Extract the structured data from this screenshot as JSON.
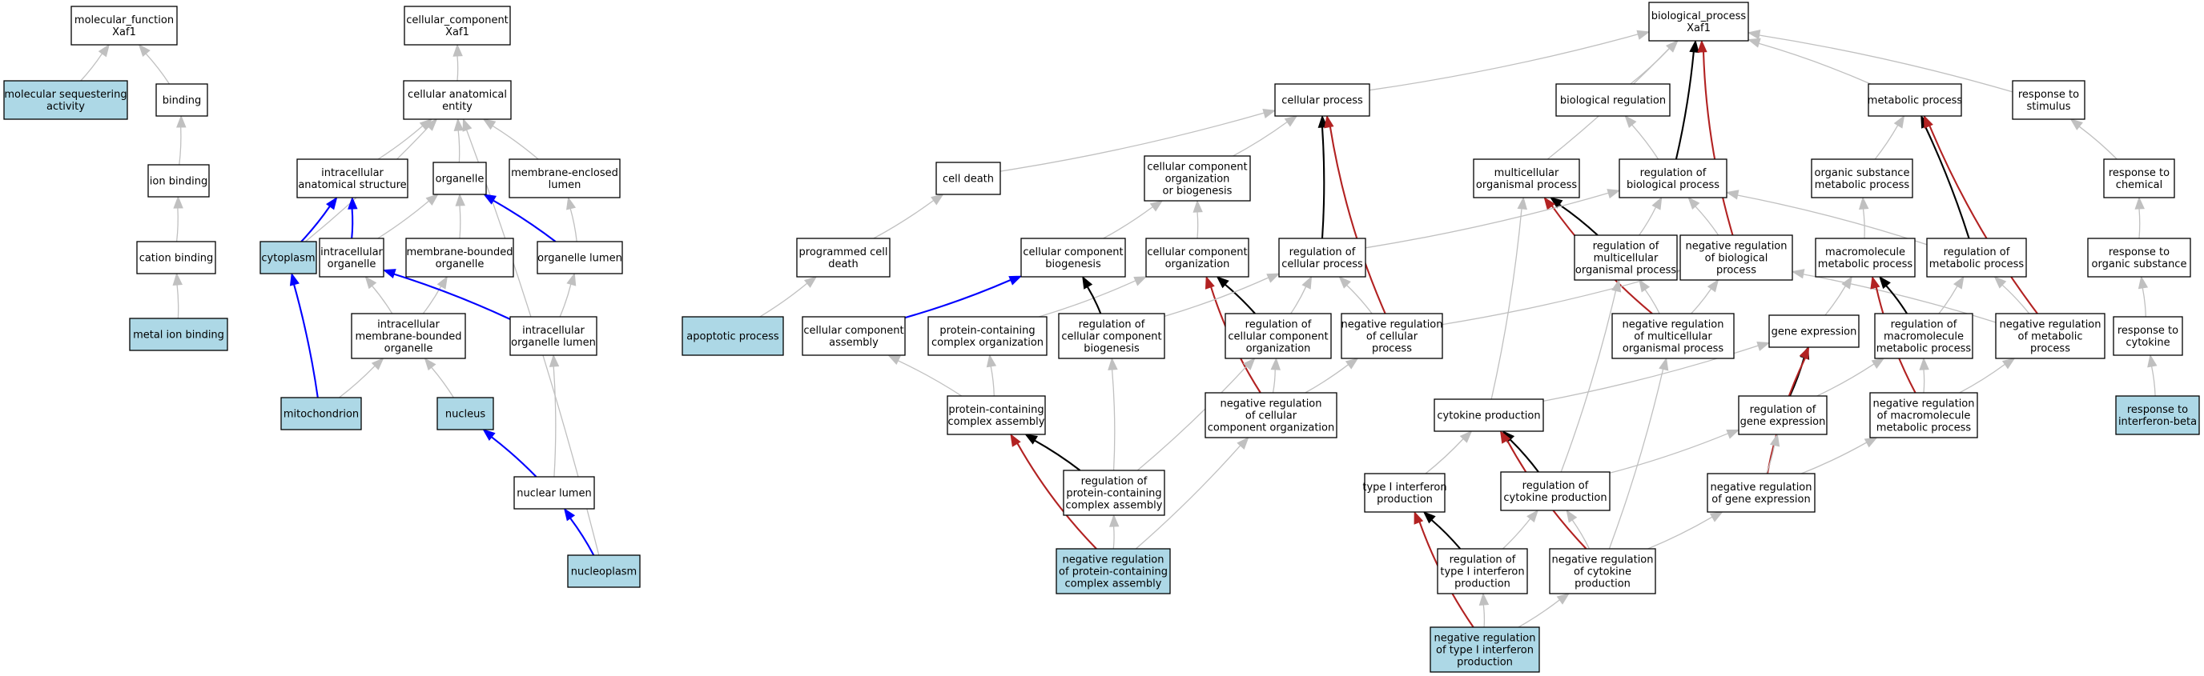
{
  "colors": {
    "node_fill": "#ffffff",
    "highlight_fill": "#add8e6",
    "is_a_edge": "#c0c0c0",
    "part_of_edge": "#0000ff",
    "regulates_edge": "#000000",
    "negatively_regulates_edge": "#b22222"
  },
  "nodes": [
    {
      "id": "mf_root",
      "label": [
        "molecular_function",
        "Xaf1"
      ]
    },
    {
      "id": "mol_seq",
      "label": [
        "molecular sequestering",
        "activity"
      ],
      "highlight": true
    },
    {
      "id": "binding",
      "label": [
        "binding"
      ]
    },
    {
      "id": "ion_binding",
      "label": [
        "ion binding"
      ]
    },
    {
      "id": "cation_binding",
      "label": [
        "cation binding"
      ]
    },
    {
      "id": "metal_ion",
      "label": [
        "metal ion binding"
      ],
      "highlight": true
    },
    {
      "id": "cc_root",
      "label": [
        "cellular_component",
        "Xaf1"
      ]
    },
    {
      "id": "cae",
      "label": [
        "cellular anatomical",
        "entity"
      ]
    },
    {
      "id": "ias",
      "label": [
        "intracellular",
        "anatomical structure"
      ]
    },
    {
      "id": "organelle",
      "label": [
        "organelle"
      ]
    },
    {
      "id": "mel",
      "label": [
        "membrane-enclosed",
        "lumen"
      ]
    },
    {
      "id": "cytoplasm",
      "label": [
        "cytoplasm"
      ],
      "highlight": true
    },
    {
      "id": "io",
      "label": [
        "intracellular",
        "organelle"
      ]
    },
    {
      "id": "mbo",
      "label": [
        "membrane-bounded",
        "organelle"
      ]
    },
    {
      "id": "ol",
      "label": [
        "organelle lumen"
      ]
    },
    {
      "id": "imbo",
      "label": [
        "intracellular",
        "membrane-bounded",
        "organelle"
      ]
    },
    {
      "id": "iol",
      "label": [
        "intracellular",
        "organelle lumen"
      ]
    },
    {
      "id": "mito",
      "label": [
        "mitochondrion"
      ],
      "highlight": true
    },
    {
      "id": "nucleus",
      "label": [
        "nucleus"
      ],
      "highlight": true
    },
    {
      "id": "nl",
      "label": [
        "nuclear lumen"
      ]
    },
    {
      "id": "nucleoplasm",
      "label": [
        "nucleoplasm"
      ],
      "highlight": true
    },
    {
      "id": "bp_root",
      "label": [
        "biological_process",
        "Xaf1"
      ]
    },
    {
      "id": "cp",
      "label": [
        "cellular process"
      ]
    },
    {
      "id": "br",
      "label": [
        "biological regulation"
      ]
    },
    {
      "id": "mp",
      "label": [
        "metabolic process"
      ]
    },
    {
      "id": "rts",
      "label": [
        "response to",
        "stimulus"
      ]
    },
    {
      "id": "cd",
      "label": [
        "cell death"
      ]
    },
    {
      "id": "ccob",
      "label": [
        "cellular component",
        "organization",
        "or biogenesis"
      ]
    },
    {
      "id": "mop",
      "label": [
        "multicellular",
        "organismal process"
      ]
    },
    {
      "id": "rbp",
      "label": [
        "regulation of",
        "biological process"
      ]
    },
    {
      "id": "osmp",
      "label": [
        "organic substance",
        "metabolic process"
      ]
    },
    {
      "id": "rtc",
      "label": [
        "response to",
        "chemical"
      ]
    },
    {
      "id": "pcd",
      "label": [
        "programmed cell",
        "death"
      ]
    },
    {
      "id": "ccb",
      "label": [
        "cellular component",
        "biogenesis"
      ]
    },
    {
      "id": "cco",
      "label": [
        "cellular component",
        "organization"
      ]
    },
    {
      "id": "rcp",
      "label": [
        "regulation of",
        "cellular process"
      ]
    },
    {
      "id": "rmop",
      "label": [
        "regulation of",
        "multicellular",
        "organismal process"
      ]
    },
    {
      "id": "nrbp",
      "label": [
        "negative regulation",
        "of biological",
        "process"
      ]
    },
    {
      "id": "mmp",
      "label": [
        "macromolecule",
        "metabolic process"
      ]
    },
    {
      "id": "rmp",
      "label": [
        "regulation of",
        "metabolic process"
      ]
    },
    {
      "id": "rtos",
      "label": [
        "response to",
        "organic substance"
      ]
    },
    {
      "id": "ap",
      "label": [
        "apoptotic process"
      ],
      "highlight": true
    },
    {
      "id": "cca",
      "label": [
        "cellular component",
        "assembly"
      ]
    },
    {
      "id": "pcco",
      "label": [
        "protein-containing",
        "complex organization"
      ]
    },
    {
      "id": "rccb",
      "label": [
        "regulation of",
        "cellular component",
        "biogenesis"
      ]
    },
    {
      "id": "rcco",
      "label": [
        "regulation of",
        "cellular component",
        "organization"
      ]
    },
    {
      "id": "nrcp",
      "label": [
        "negative regulation",
        "of cellular",
        "process"
      ]
    },
    {
      "id": "nrmop",
      "label": [
        "negative regulation",
        "of multicellular",
        "organismal process"
      ]
    },
    {
      "id": "ge",
      "label": [
        "gene expression"
      ]
    },
    {
      "id": "rmmp",
      "label": [
        "regulation of",
        "macromolecule",
        "metabolic process"
      ]
    },
    {
      "id": "nrmp",
      "label": [
        "negative regulation",
        "of metabolic",
        "process"
      ]
    },
    {
      "id": "rtcy",
      "label": [
        "response to",
        "cytokine"
      ]
    },
    {
      "id": "pcca",
      "label": [
        "protein-containing",
        "complex assembly"
      ]
    },
    {
      "id": "nrcco",
      "label": [
        "negative regulation",
        "of cellular",
        "component organization"
      ]
    },
    {
      "id": "cyp",
      "label": [
        "cytokine production"
      ]
    },
    {
      "id": "rge",
      "label": [
        "regulation of",
        "gene expression"
      ]
    },
    {
      "id": "nrmmp",
      "label": [
        "negative regulation",
        "of macromolecule",
        "metabolic process"
      ]
    },
    {
      "id": "rtib",
      "label": [
        "response to",
        "interferon-beta"
      ],
      "highlight": true
    },
    {
      "id": "rpcca",
      "label": [
        "regulation of",
        "protein-containing",
        "complex assembly"
      ]
    },
    {
      "id": "tip",
      "label": [
        "type I interferon",
        "production"
      ]
    },
    {
      "id": "rcyp",
      "label": [
        "regulation of",
        "cytokine production"
      ]
    },
    {
      "id": "nrge",
      "label": [
        "negative regulation",
        "of gene expression"
      ]
    },
    {
      "id": "nrpcca",
      "label": [
        "negative regulation",
        "of protein-containing",
        "complex assembly"
      ],
      "highlight": true
    },
    {
      "id": "rtip",
      "label": [
        "regulation of",
        "type I interferon",
        "production"
      ]
    },
    {
      "id": "nrcyp",
      "label": [
        "negative regulation",
        "of cytokine",
        "production"
      ]
    },
    {
      "id": "nrtip",
      "label": [
        "negative regulation",
        "of type I interferon",
        "production"
      ],
      "highlight": true
    }
  ],
  "edges": [
    {
      "from": "mol_seq",
      "to": "mf_root",
      "type": "is_a"
    },
    {
      "from": "binding",
      "to": "mf_root",
      "type": "is_a"
    },
    {
      "from": "ion_binding",
      "to": "binding",
      "type": "is_a"
    },
    {
      "from": "cation_binding",
      "to": "ion_binding",
      "type": "is_a"
    },
    {
      "from": "metal_ion",
      "to": "cation_binding",
      "type": "is_a"
    },
    {
      "from": "cae",
      "to": "cc_root",
      "type": "is_a"
    },
    {
      "from": "ias",
      "to": "cae",
      "type": "is_a"
    },
    {
      "from": "organelle",
      "to": "cae",
      "type": "is_a"
    },
    {
      "from": "mel",
      "to": "cae",
      "type": "is_a"
    },
    {
      "from": "cytoplasm",
      "to": "cae",
      "type": "is_a"
    },
    {
      "from": "nucleoplasm",
      "to": "cae",
      "type": "is_a"
    },
    {
      "from": "cytoplasm",
      "to": "ias",
      "type": "part_of"
    },
    {
      "from": "io",
      "to": "ias",
      "type": "part_of"
    },
    {
      "from": "io",
      "to": "organelle",
      "type": "is_a"
    },
    {
      "from": "mbo",
      "to": "organelle",
      "type": "is_a"
    },
    {
      "from": "ol",
      "to": "organelle",
      "type": "part_of"
    },
    {
      "from": "ol",
      "to": "mel",
      "type": "is_a"
    },
    {
      "from": "imbo",
      "to": "io",
      "type": "is_a"
    },
    {
      "from": "imbo",
      "to": "mbo",
      "type": "is_a"
    },
    {
      "from": "iol",
      "to": "ol",
      "type": "is_a"
    },
    {
      "from": "iol",
      "to": "io",
      "type": "part_of"
    },
    {
      "from": "mito",
      "to": "cytoplasm",
      "type": "part_of"
    },
    {
      "from": "mito",
      "to": "imbo",
      "type": "is_a"
    },
    {
      "from": "nucleus",
      "to": "imbo",
      "type": "is_a"
    },
    {
      "from": "nl",
      "to": "iol",
      "type": "is_a"
    },
    {
      "from": "nl",
      "to": "nucleus",
      "type": "part_of"
    },
    {
      "from": "nucleoplasm",
      "to": "nl",
      "type": "part_of"
    },
    {
      "from": "cp",
      "to": "bp_root",
      "type": "is_a"
    },
    {
      "from": "br",
      "to": "bp_root",
      "type": "is_a"
    },
    {
      "from": "mp",
      "to": "bp_root",
      "type": "is_a"
    },
    {
      "from": "rts",
      "to": "bp_root",
      "type": "is_a"
    },
    {
      "from": "mop",
      "to": "bp_root",
      "type": "is_a"
    },
    {
      "from": "rbp",
      "to": "bp_root",
      "type": "regulates"
    },
    {
      "from": "nrbp",
      "to": "bp_root",
      "type": "negatively_regulates"
    },
    {
      "from": "cd",
      "to": "cp",
      "type": "is_a"
    },
    {
      "from": "ccob",
      "to": "cp",
      "type": "is_a"
    },
    {
      "from": "rcp",
      "to": "cp",
      "type": "regulates"
    },
    {
      "from": "nrcp",
      "to": "cp",
      "type": "negatively_regulates"
    },
    {
      "from": "rbp",
      "to": "br",
      "type": "is_a"
    },
    {
      "from": "osmp",
      "to": "mp",
      "type": "is_a"
    },
    {
      "from": "rmp",
      "to": "mp",
      "type": "regulates"
    },
    {
      "from": "nrmp",
      "to": "mp",
      "type": "negatively_regulates"
    },
    {
      "from": "rtc",
      "to": "rts",
      "type": "is_a"
    },
    {
      "from": "pcd",
      "to": "cd",
      "type": "is_a"
    },
    {
      "from": "ccb",
      "to": "ccob",
      "type": "is_a"
    },
    {
      "from": "cco",
      "to": "ccob",
      "type": "is_a"
    },
    {
      "from": "rmop",
      "to": "mop",
      "type": "regulates"
    },
    {
      "from": "nrmop",
      "to": "mop",
      "type": "negatively_regulates"
    },
    {
      "from": "cyp",
      "to": "mop",
      "type": "is_a"
    },
    {
      "from": "rcp",
      "to": "rbp",
      "type": "is_a"
    },
    {
      "from": "rmop",
      "to": "rbp",
      "type": "is_a"
    },
    {
      "from": "nrbp",
      "to": "rbp",
      "type": "is_a"
    },
    {
      "from": "rmp",
      "to": "rbp",
      "type": "is_a"
    },
    {
      "from": "mmp",
      "to": "osmp",
      "type": "is_a"
    },
    {
      "from": "rtos",
      "to": "rtc",
      "type": "is_a"
    },
    {
      "from": "ap",
      "to": "pcd",
      "type": "is_a"
    },
    {
      "from": "cca",
      "to": "ccb",
      "type": "part_of"
    },
    {
      "from": "pcco",
      "to": "cco",
      "type": "is_a"
    },
    {
      "from": "rccb",
      "to": "ccb",
      "type": "regulates"
    },
    {
      "from": "rcco",
      "to": "cco",
      "type": "regulates"
    },
    {
      "from": "nrcco",
      "to": "cco",
      "type": "negatively_regulates"
    },
    {
      "from": "rccb",
      "to": "rcp",
      "type": "is_a"
    },
    {
      "from": "rcco",
      "to": "rcp",
      "type": "is_a"
    },
    {
      "from": "nrcp",
      "to": "rcp",
      "type": "is_a"
    },
    {
      "from": "nrmop",
      "to": "rmop",
      "type": "is_a"
    },
    {
      "from": "nrcp",
      "to": "nrbp",
      "type": "is_a"
    },
    {
      "from": "nrmop",
      "to": "nrbp",
      "type": "is_a"
    },
    {
      "from": "nrmp",
      "to": "nrbp",
      "type": "is_a"
    },
    {
      "from": "ge",
      "to": "mmp",
      "type": "is_a"
    },
    {
      "from": "rmmp",
      "to": "mmp",
      "type": "regulates"
    },
    {
      "from": "nrmmp",
      "to": "mmp",
      "type": "negatively_regulates"
    },
    {
      "from": "rmmp",
      "to": "rmp",
      "type": "is_a"
    },
    {
      "from": "nrmp",
      "to": "rmp",
      "type": "is_a"
    },
    {
      "from": "rtcy",
      "to": "rtos",
      "type": "is_a"
    },
    {
      "from": "pcca",
      "to": "cca",
      "type": "is_a"
    },
    {
      "from": "pcca",
      "to": "pcco",
      "type": "is_a"
    },
    {
      "from": "nrcco",
      "to": "rcco",
      "type": "is_a"
    },
    {
      "from": "nrcco",
      "to": "nrcp",
      "type": "is_a"
    },
    {
      "from": "rge",
      "to": "ge",
      "type": "regulates"
    },
    {
      "from": "nrge",
      "to": "ge",
      "type": "negatively_regulates"
    },
    {
      "from": "cyp",
      "to": "ge",
      "type": "is_a"
    },
    {
      "from": "rge",
      "to": "rmmp",
      "type": "is_a"
    },
    {
      "from": "nrmmp",
      "to": "rmmp",
      "type": "is_a"
    },
    {
      "from": "nrmmp",
      "to": "nrmp",
      "type": "is_a"
    },
    {
      "from": "rtib",
      "to": "rtcy",
      "type": "is_a"
    },
    {
      "from": "rpcca",
      "to": "pcca",
      "type": "regulates"
    },
    {
      "from": "nrpcca",
      "to": "pcca",
      "type": "negatively_regulates"
    },
    {
      "from": "rpcca",
      "to": "rccb",
      "type": "is_a"
    },
    {
      "from": "rpcca",
      "to": "rcco",
      "type": "is_a"
    },
    {
      "from": "nrpcca",
      "to": "rpcca",
      "type": "is_a"
    },
    {
      "from": "nrpcca",
      "to": "nrcco",
      "type": "is_a"
    },
    {
      "from": "tip",
      "to": "cyp",
      "type": "is_a"
    },
    {
      "from": "rcyp",
      "to": "cyp",
      "type": "regulates"
    },
    {
      "from": "nrcyp",
      "to": "cyp",
      "type": "negatively_regulates"
    },
    {
      "from": "rcyp",
      "to": "rmop",
      "type": "is_a"
    },
    {
      "from": "rcyp",
      "to": "rge",
      "type": "is_a"
    },
    {
      "from": "nrge",
      "to": "rge",
      "type": "is_a"
    },
    {
      "from": "nrge",
      "to": "nrmmp",
      "type": "is_a"
    },
    {
      "from": "rtip",
      "to": "tip",
      "type": "regulates"
    },
    {
      "from": "nrtip",
      "to": "tip",
      "type": "negatively_regulates"
    },
    {
      "from": "rtip",
      "to": "rcyp",
      "type": "is_a"
    },
    {
      "from": "nrcyp",
      "to": "rcyp",
      "type": "is_a"
    },
    {
      "from": "nrcyp",
      "to": "nrmop",
      "type": "is_a"
    },
    {
      "from": "nrcyp",
      "to": "nrge",
      "type": "is_a"
    },
    {
      "from": "nrtip",
      "to": "rtip",
      "type": "is_a"
    },
    {
      "from": "nrtip",
      "to": "nrcyp",
      "type": "is_a"
    }
  ]
}
